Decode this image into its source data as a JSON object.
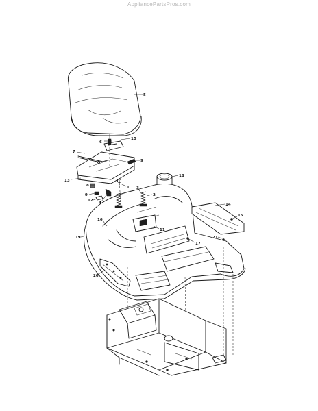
{
  "watermark": "AppliancePartsPros.com",
  "callouts": [
    {
      "id": "c5",
      "label": "5"
    },
    {
      "id": "c6",
      "label": "6"
    },
    {
      "id": "c10",
      "label": "10"
    },
    {
      "id": "c7",
      "label": "7"
    },
    {
      "id": "c9",
      "label": "9"
    },
    {
      "id": "c13",
      "label": "13"
    },
    {
      "id": "c8",
      "label": "8"
    },
    {
      "id": "c9b",
      "label": "9"
    },
    {
      "id": "c12",
      "label": "12"
    },
    {
      "id": "c4",
      "label": "4"
    },
    {
      "id": "c1",
      "label": "1"
    },
    {
      "id": "c18",
      "label": "18"
    },
    {
      "id": "c3",
      "label": "3"
    },
    {
      "id": "c2",
      "label": "2"
    },
    {
      "id": "c16",
      "label": "16"
    },
    {
      "id": "c11",
      "label": "11"
    },
    {
      "id": "c19",
      "label": "19"
    },
    {
      "id": "c14",
      "label": "14"
    },
    {
      "id": "c15",
      "label": "15"
    },
    {
      "id": "c21",
      "label": "21"
    },
    {
      "id": "c17",
      "label": "17"
    },
    {
      "id": "c20",
      "label": "20"
    }
  ]
}
